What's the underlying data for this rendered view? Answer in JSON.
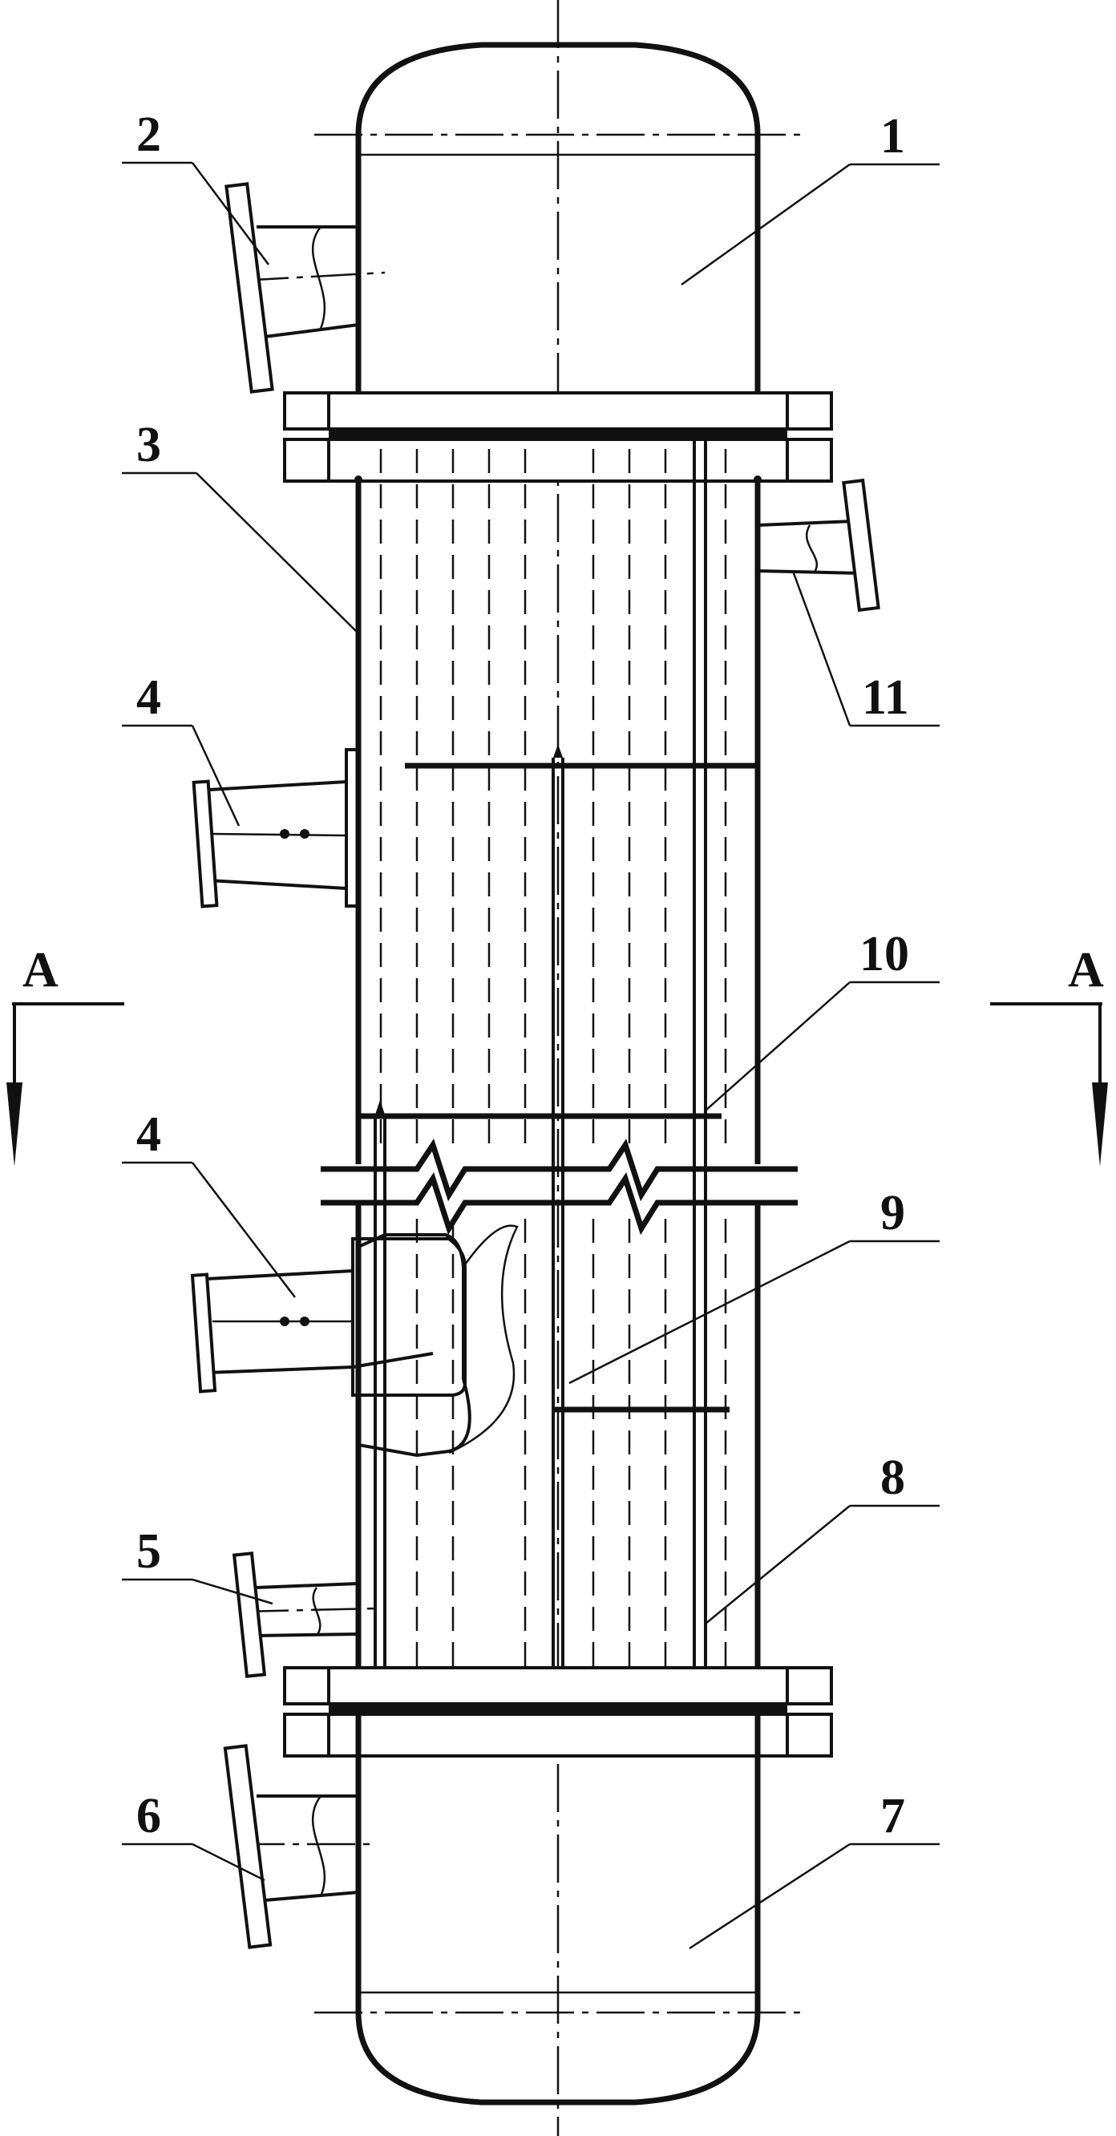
{
  "diagram": {
    "callouts": [
      {
        "id": "c1",
        "label": "1"
      },
      {
        "id": "c2",
        "label": "2"
      },
      {
        "id": "c3",
        "label": "3"
      },
      {
        "id": "c4a",
        "label": "4"
      },
      {
        "id": "c4b",
        "label": "4"
      },
      {
        "id": "c5",
        "label": "5"
      },
      {
        "id": "c6",
        "label": "6"
      },
      {
        "id": "c7",
        "label": "7"
      },
      {
        "id": "c8",
        "label": "8"
      },
      {
        "id": "c9",
        "label": "9"
      },
      {
        "id": "c10",
        "label": "10"
      },
      {
        "id": "c11",
        "label": "11"
      }
    ],
    "section": {
      "left_label": "A",
      "right_label": "A"
    }
  }
}
